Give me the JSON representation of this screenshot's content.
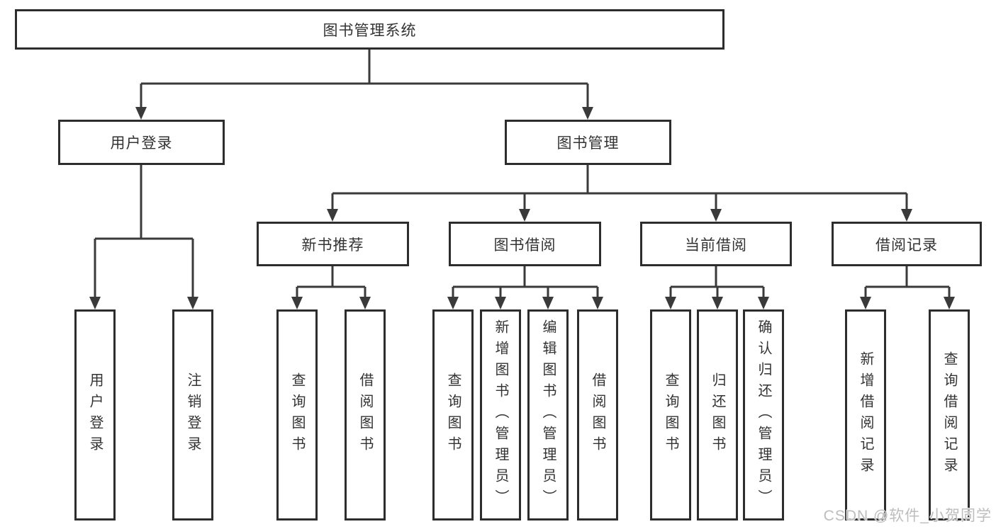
{
  "title": "图书管理系统",
  "watermark": "CSDN @软件_小贺同学",
  "colors": {
    "line": "#3a3a3a",
    "box_border": "#2d2d2d",
    "text": "#333333",
    "watermark_text": "#bdbdbd",
    "background": "#ffffff"
  },
  "tree": {
    "root": "图书管理系统",
    "branches": [
      {
        "label": "用户登录",
        "children": [
          {
            "label": "用户登录"
          },
          {
            "label": "注销登录"
          }
        ]
      },
      {
        "label": "图书管理",
        "children": [
          {
            "label": "新书推荐",
            "children": [
              {
                "label": "查询图书"
              },
              {
                "label": "借阅图书"
              }
            ]
          },
          {
            "label": "图书借阅",
            "children": [
              {
                "label": "查询图书"
              },
              {
                "label": "新增图书（管理员）"
              },
              {
                "label": "编辑图书（管理员）"
              },
              {
                "label": "借阅图书"
              }
            ]
          },
          {
            "label": "当前借阅",
            "children": [
              {
                "label": "查询图书"
              },
              {
                "label": "归还图书"
              },
              {
                "label": "确认归还（管理员）"
              }
            ]
          },
          {
            "label": "借阅记录",
            "children": [
              {
                "label": "新增借阅记录"
              },
              {
                "label": "查询借阅记录"
              }
            ]
          }
        ]
      }
    ]
  }
}
